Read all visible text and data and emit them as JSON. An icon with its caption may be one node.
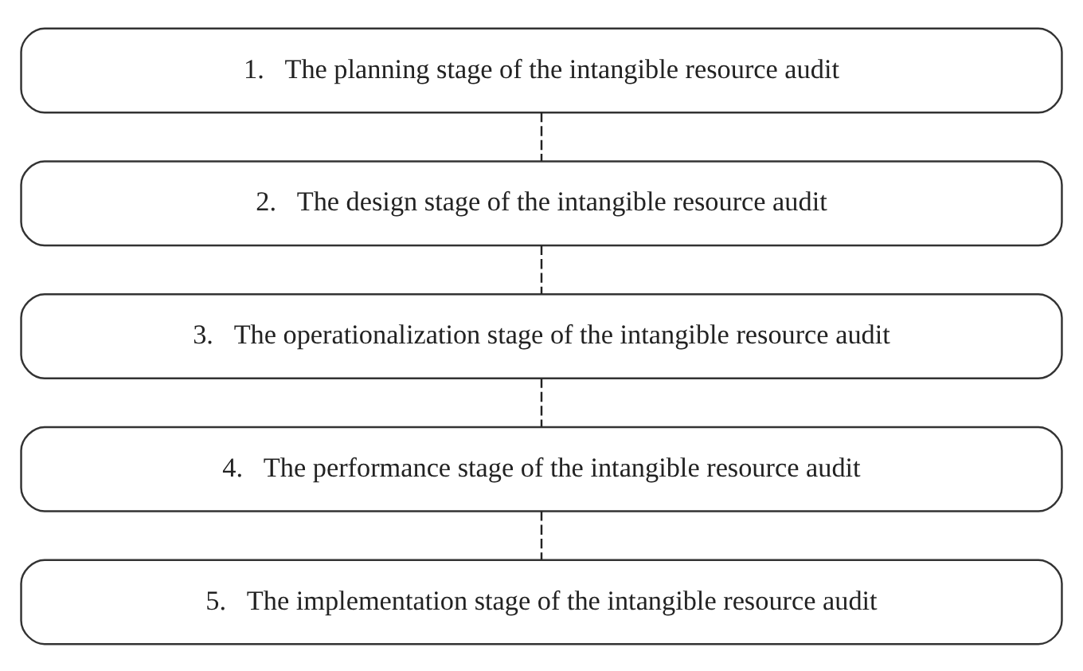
{
  "diagram": {
    "nodes": [
      {
        "text": [
          "1.   The planning stage of the intangible resource audit"
        ]
      },
      {
        "text": [
          "2.   The design stage of the intangible resource audit"
        ]
      },
      {
        "text": [
          "3.   The operationalization stage of the intangible resource audit"
        ]
      },
      {
        "text": [
          "4.   The performance stage of the intangible resource audit"
        ]
      },
      {
        "text": [
          "5.   The implementation stage of the intangible resource audit"
        ]
      }
    ],
    "edges": [
      {
        "from": 0,
        "to": 1,
        "arrow": "none",
        "style": "dashed"
      },
      {
        "from": 1,
        "to": 2,
        "arrow": "none",
        "style": "dashed"
      },
      {
        "from": 2,
        "to": 3,
        "arrow": "none",
        "style": "dashed"
      },
      {
        "from": 3,
        "to": 4,
        "arrow": "none",
        "style": "dashed"
      }
    ]
  }
}
